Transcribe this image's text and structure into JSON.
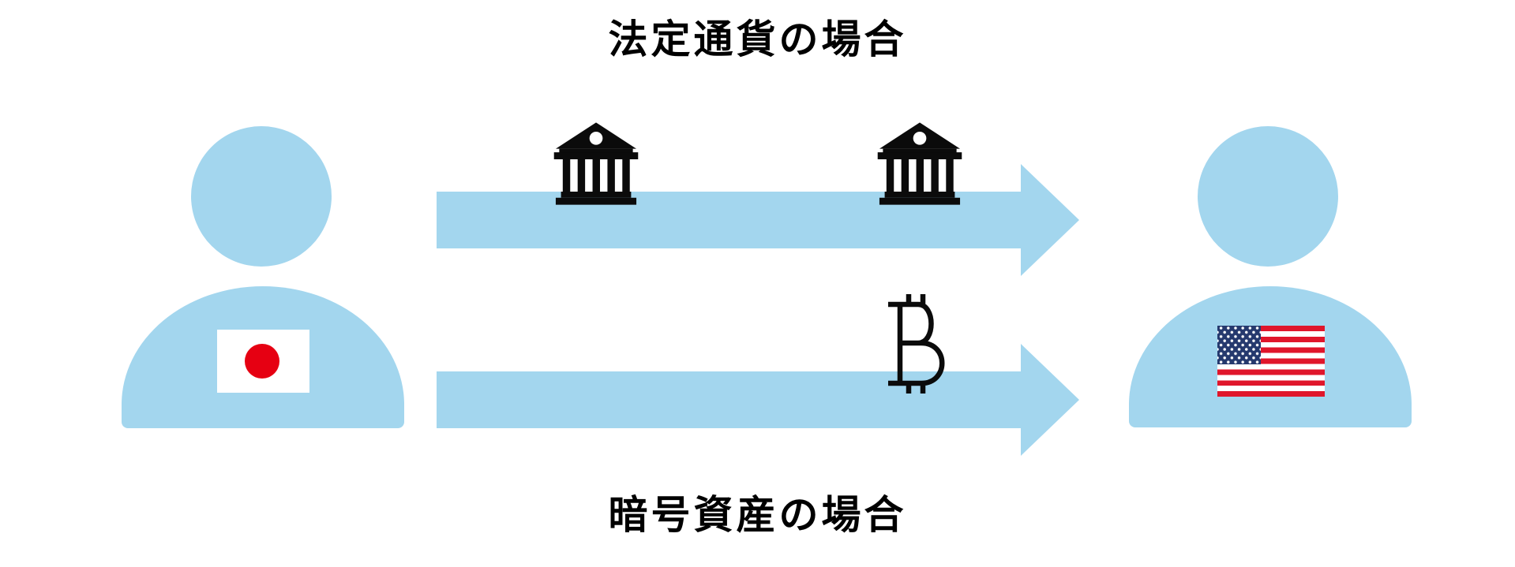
{
  "titles": {
    "fiat": "法定通貨の場合",
    "crypto": "暗号資産の場合"
  },
  "colors": {
    "person_blue": "#A3D6EE",
    "arrow_blue": "#A3D6EE",
    "icon_black": "#0B0B0B",
    "japan_flag_red": "#E60012",
    "us_flag_red": "#E0162B",
    "us_flag_navy": "#25396E",
    "flag_white": "#FFFFFF",
    "title_black": "#000000"
  },
  "persons": {
    "left": {
      "flag": "japan-flag-icon"
    },
    "right": {
      "flag": "us-flag-icon"
    }
  },
  "flows": {
    "fiat": {
      "direction": "left-to-right",
      "icons": [
        "bank-icon",
        "bank-icon"
      ]
    },
    "crypto": {
      "direction": "left-to-right",
      "icons": [
        "bitcoin-icon"
      ]
    }
  }
}
